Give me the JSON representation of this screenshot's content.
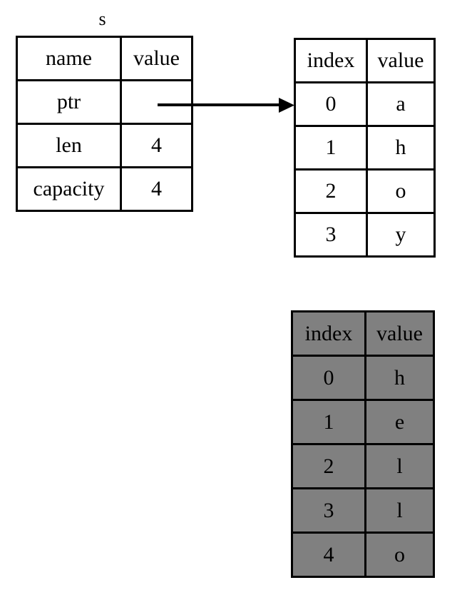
{
  "diagram": {
    "title": "Rust String struct pointing to heap buffer, with separate string literal table",
    "background_color": "#ffffff",
    "line_color": "#000000",
    "gray_fill": "#808080"
  },
  "struct_table": {
    "caption": "s",
    "headers": [
      "name",
      "value"
    ],
    "rows": [
      {
        "name": "ptr",
        "value": ""
      },
      {
        "name": "len",
        "value": "4"
      },
      {
        "name": "capacity",
        "value": "4"
      }
    ]
  },
  "buffer_table": {
    "headers": [
      "index",
      "value"
    ],
    "rows": [
      {
        "index": "0",
        "value": "a"
      },
      {
        "index": "1",
        "value": "h"
      },
      {
        "index": "2",
        "value": "o"
      },
      {
        "index": "3",
        "value": "y"
      }
    ]
  },
  "literal_table": {
    "headers": [
      "index",
      "value"
    ],
    "fill_color": "#808080",
    "rows": [
      {
        "index": "0",
        "value": "h"
      },
      {
        "index": "1",
        "value": "e"
      },
      {
        "index": "2",
        "value": "l"
      },
      {
        "index": "3",
        "value": "l"
      },
      {
        "index": "4",
        "value": "o"
      }
    ]
  },
  "arrow": {
    "name": "ptr-to-buffer-arrow",
    "from": "struct_table.ptr.value",
    "to": "buffer_table.row0"
  }
}
